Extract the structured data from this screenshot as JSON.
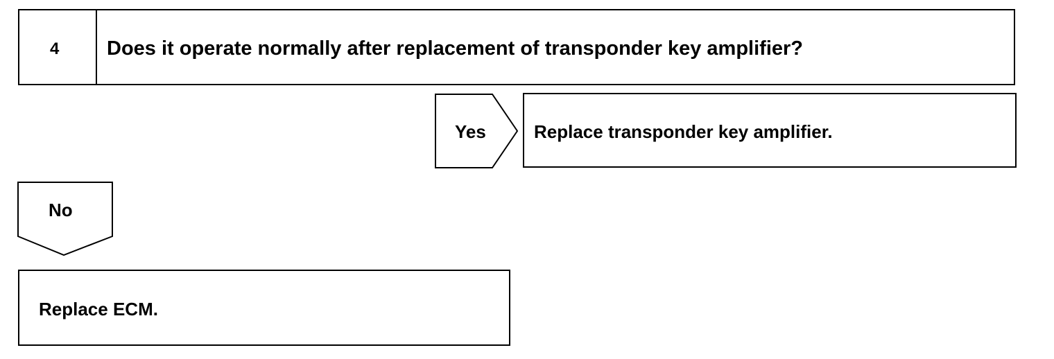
{
  "step": {
    "number": "4",
    "question": "Does it operate normally after replacement of transponder key amplifier?"
  },
  "yes_branch": {
    "label": "Yes",
    "action": "Replace transponder key amplifier."
  },
  "no_branch": {
    "label": "No",
    "action": "Replace ECM."
  }
}
